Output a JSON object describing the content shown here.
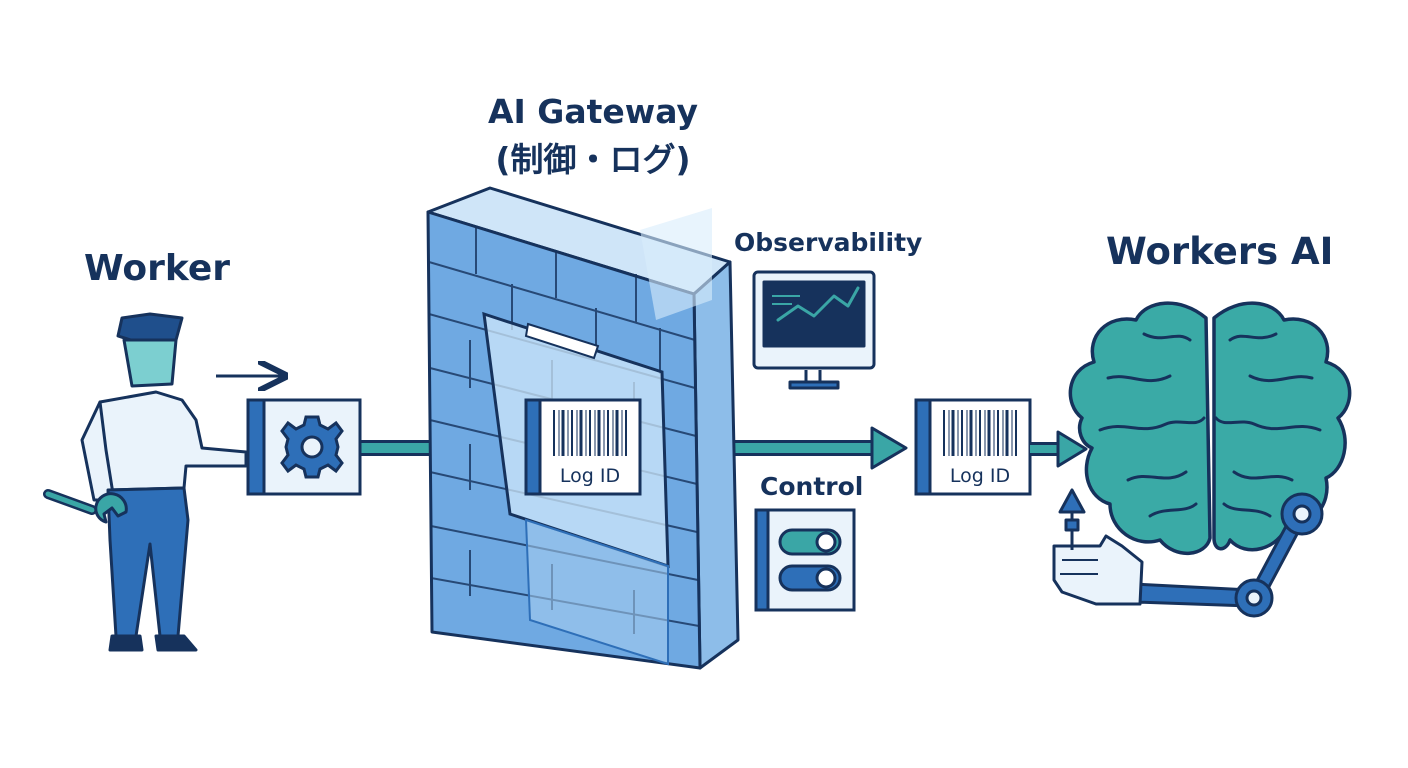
{
  "labels": {
    "worker": "Worker",
    "gateway_line1": "AI Gateway",
    "gateway_line2": "(制御・ログ)",
    "observability": "Observability",
    "control": "Control",
    "workers_ai": "Workers AI"
  },
  "packets": {
    "gateway_packet_label": "Log ID",
    "output_packet_label": "Log ID"
  },
  "icons": {
    "worker": "person-with-wrench-icon",
    "request": "gear-icon",
    "gateway": "brick-wall-icon",
    "observability": "monitor-chart-icon",
    "control": "toggle-switches-icon",
    "workers_ai": "brain-icon",
    "robot_arm": "robot-arm-icon",
    "log": "barcode-icon"
  },
  "colors": {
    "navy": "#16325c",
    "blue": "#2e6fb8",
    "light_blue": "#a9cff1",
    "teal": "#3aa6a6",
    "brain_teal": "#3aaaa6"
  }
}
